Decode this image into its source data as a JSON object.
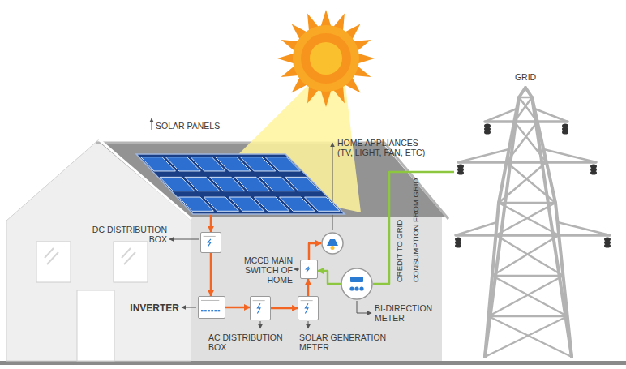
{
  "diagram": {
    "nodes": [
      {
        "text": [
          "SOLAR PANELS"
        ]
      },
      {
        "text": [
          "DC DISTRIBUTION BOX"
        ]
      },
      {
        "text": [
          "INVERTER"
        ]
      },
      {
        "text": [
          "AC DISTRIBUTION BOX"
        ]
      },
      {
        "text": [
          "SOLAR GENERATION METER"
        ]
      },
      {
        "text": [
          "MCCB MAIN SWITCH OF HOME"
        ]
      },
      {
        "text": [
          "HOME APPLIANCES (TV, LIGHT, FAN, ETC)"
        ]
      },
      {
        "text": [
          "BI-DIRECTION METER"
        ]
      },
      {
        "text": [
          "GRID"
        ]
      }
    ],
    "edges": [
      {
        "from": 0,
        "to": 1,
        "arrow": "to"
      },
      {
        "from": 1,
        "to": 2,
        "arrow": "to"
      },
      {
        "from": 2,
        "to": 3,
        "arrow": "to"
      },
      {
        "from": 3,
        "to": 4,
        "arrow": "to"
      },
      {
        "from": 4,
        "to": 5,
        "arrow": "to"
      },
      {
        "from": 5,
        "to": 6,
        "arrow": "to"
      },
      {
        "from": 7,
        "to": 5,
        "arrow": "to"
      },
      {
        "from": 7,
        "to": 8,
        "arrow": "none"
      }
    ],
    "labels": [
      "CREDIT TO GRID",
      "CONSUMPTION FROM GRID"
    ]
  }
}
